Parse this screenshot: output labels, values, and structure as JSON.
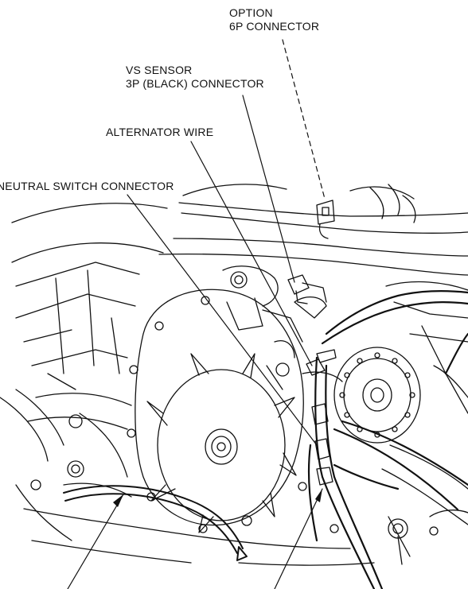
{
  "labels": {
    "option": {
      "line1": "OPTION",
      "line2": "6P CONNECTOR"
    },
    "vs_sensor": {
      "line1": "VS SENSOR",
      "line2": "3P (BLACK) CONNECTOR"
    },
    "alternator": "ALTERNATOR WIRE",
    "neutral": "NEUTRAL SWITCH CONNECTOR"
  },
  "colors": {
    "ink": "#111111",
    "background": "#ffffff"
  },
  "icons": [
    "engine-line-art"
  ]
}
